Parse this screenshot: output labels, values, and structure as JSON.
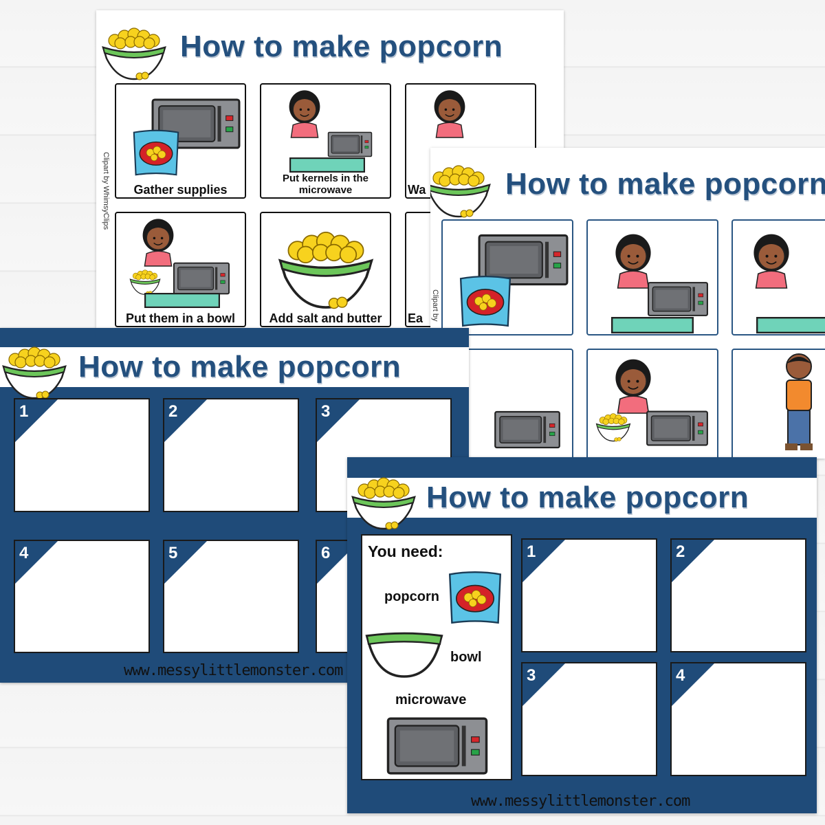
{
  "title": "How to make popcorn",
  "credit": "Clipart by WhimsyClips",
  "credit_partial": "Clipart by",
  "website": "www.messylittlemonster.com",
  "sequence_cards": [
    {
      "caption": "Gather supplies"
    },
    {
      "caption": "Put kernels in the microwave"
    },
    {
      "caption": "Wa"
    },
    {
      "caption": "Put them in a bowl"
    },
    {
      "caption": "Add salt and butter"
    },
    {
      "caption": "Ea"
    }
  ],
  "cut_boxes_sheet": {
    "numbers": [
      "1",
      "2",
      "3",
      "4",
      "5",
      "6"
    ]
  },
  "you_need_sheet": {
    "heading": "You need:",
    "items": [
      "popcorn",
      "bowl",
      "microwave"
    ],
    "numbers": [
      "1",
      "2",
      "3",
      "4"
    ]
  },
  "colors": {
    "navy": "#1f4b79",
    "title": "#24507e",
    "bowl_green": "#6cc65a",
    "bag_blue": "#5bc3e6",
    "counter_teal": "#6fd3b9"
  }
}
